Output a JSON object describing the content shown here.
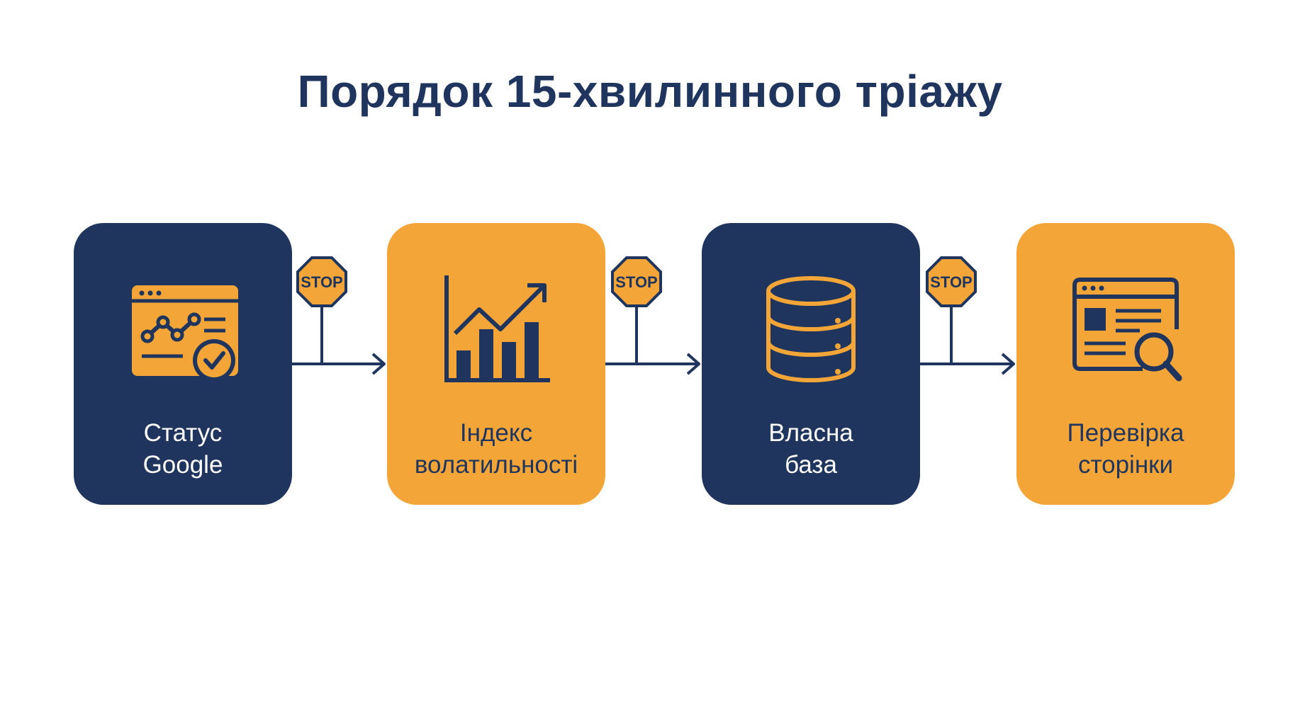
{
  "title": "Порядок 15-хвилинного тріажу",
  "steps": [
    {
      "line1": "Статус",
      "line2": "Google",
      "icon": "browser-analytics-check-icon",
      "color": "#1f355e"
    },
    {
      "line1": "Індекс",
      "line2": "волатильності",
      "icon": "bar-chart-trend-icon",
      "color": "#f3a637"
    },
    {
      "line1": "Власна",
      "line2": "база",
      "icon": "database-icon",
      "color": "#1f355e"
    },
    {
      "line1": "Перевірка",
      "line2": "сторінки",
      "icon": "browser-search-icon",
      "color": "#f3a637"
    }
  ],
  "connectors": [
    {
      "sign": "STOP"
    },
    {
      "sign": "STOP"
    },
    {
      "sign": "STOP"
    }
  ],
  "colors": {
    "navy": "#1f355e",
    "orange": "#f3a637",
    "background": "#ffffff"
  }
}
